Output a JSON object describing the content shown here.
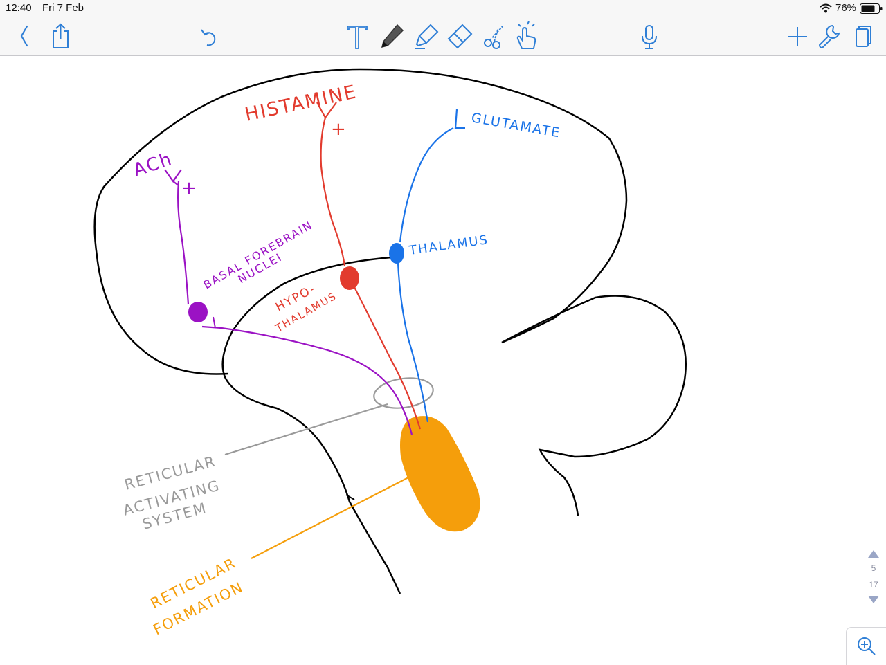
{
  "status": {
    "time": "12:40",
    "date": "Fri 7 Feb",
    "battery": "76%"
  },
  "toolbar": {
    "left_icons": [
      "back-icon",
      "share-icon",
      "undo-icon"
    ],
    "tool_icons": [
      "text-tool-icon",
      "pen-tool-icon",
      "highlighter-tool-icon",
      "eraser-tool-icon",
      "lasso-scissors-icon",
      "hand-pointer-icon"
    ],
    "right_icons": [
      "microphone-icon",
      "plus-icon",
      "wrench-icon",
      "pages-icon"
    ],
    "accent_color": "#2f7fd6"
  },
  "diagram": {
    "labels": {
      "ach": "ACh",
      "histamine": "HISTAMINE",
      "glutamate": "GLUTAMATE",
      "basal_forebrain_line1": "BASAL FOREBRAIN",
      "basal_forebrain_line2": "NUCLEI",
      "hypothalamus_line1": "HYPO-",
      "hypothalamus_line2": "THALAMUS",
      "thalamus": "THALAMUS",
      "ras_line1": "RETICULAR",
      "ras_line2": "ACTIVATING",
      "ras_line3": "SYSTEM",
      "rf_line1": "RETICULAR",
      "rf_line2": "FORMATION",
      "plus_ach": "+",
      "plus_histamine": "+"
    },
    "colors": {
      "outline": "#000000",
      "ach": "#9b12c4",
      "histamine": "#e23b2e",
      "glutamate": "#1a73e8",
      "ras": "#9a9a9a",
      "reticular_formation": "#f59e0b"
    }
  },
  "pager": {
    "current": "5",
    "total": "17"
  },
  "zoom": {
    "icon": "zoom-in-icon"
  }
}
